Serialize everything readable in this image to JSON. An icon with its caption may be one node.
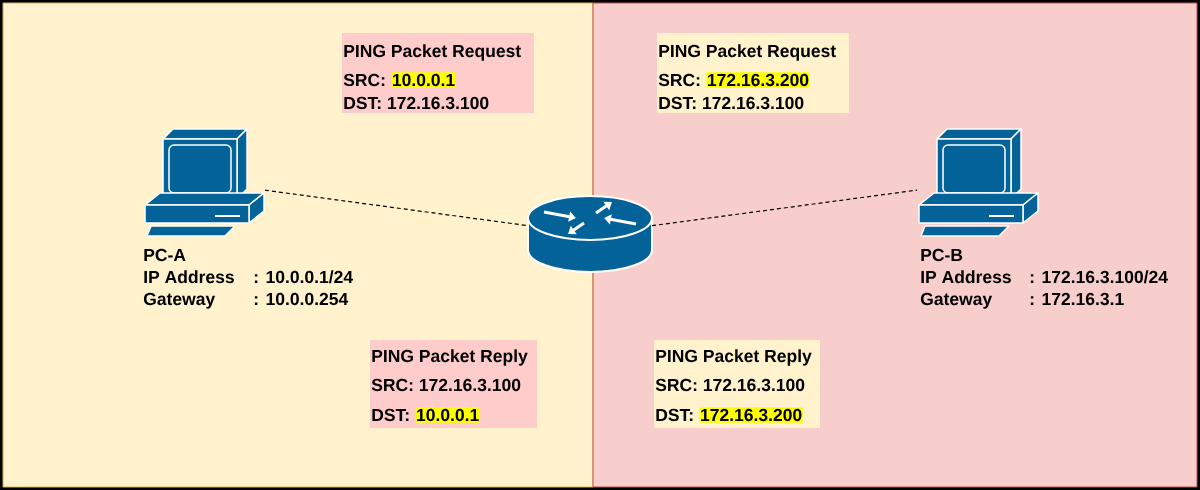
{
  "diagram": {
    "nodes": [
      {
        "text": [],
        "shape": "box"
      },
      {
        "text": [],
        "shape": "box"
      },
      {
        "text": [],
        "shape": "computer",
        "in": 0,
        "beside": [
          "PC-A",
          "IP Address",
          ": 10.0.0.1/24",
          "Gateway",
          ": 10.0.0.254"
        ]
      },
      {
        "text": [
          "PING Packet Request",
          "SRC:",
          "10.0.0.1",
          "DST: 172.16.3.100"
        ],
        "in": 0
      },
      {
        "text": [
          "PING Packet Reply",
          "SRC: 172.16.3.100",
          "DST:",
          "10.0.0.1"
        ],
        "in": 0
      },
      {
        "text": [],
        "shape": "router"
      },
      {
        "text": [
          "PING Packet Request",
          "SRC:",
          "172.16.3.200",
          "DST: 172.16.3.100"
        ],
        "in": 1
      },
      {
        "text": [
          "PING Packet Reply",
          "SRC: 172.16.3.100",
          "DST:",
          "172.16.3.200"
        ],
        "in": 1
      },
      {
        "text": [],
        "shape": "computer",
        "in": 1,
        "beside": [
          "PC-B",
          "IP Address",
          ": 172.16.3.100/24",
          "Gateway",
          ": 172.16.3.1"
        ]
      }
    ],
    "edges": [
      {
        "from": 2,
        "to": 5,
        "arrow": "none",
        "style": "dashed"
      },
      {
        "from": 5,
        "to": 8,
        "arrow": "none",
        "style": "dashed"
      }
    ]
  }
}
